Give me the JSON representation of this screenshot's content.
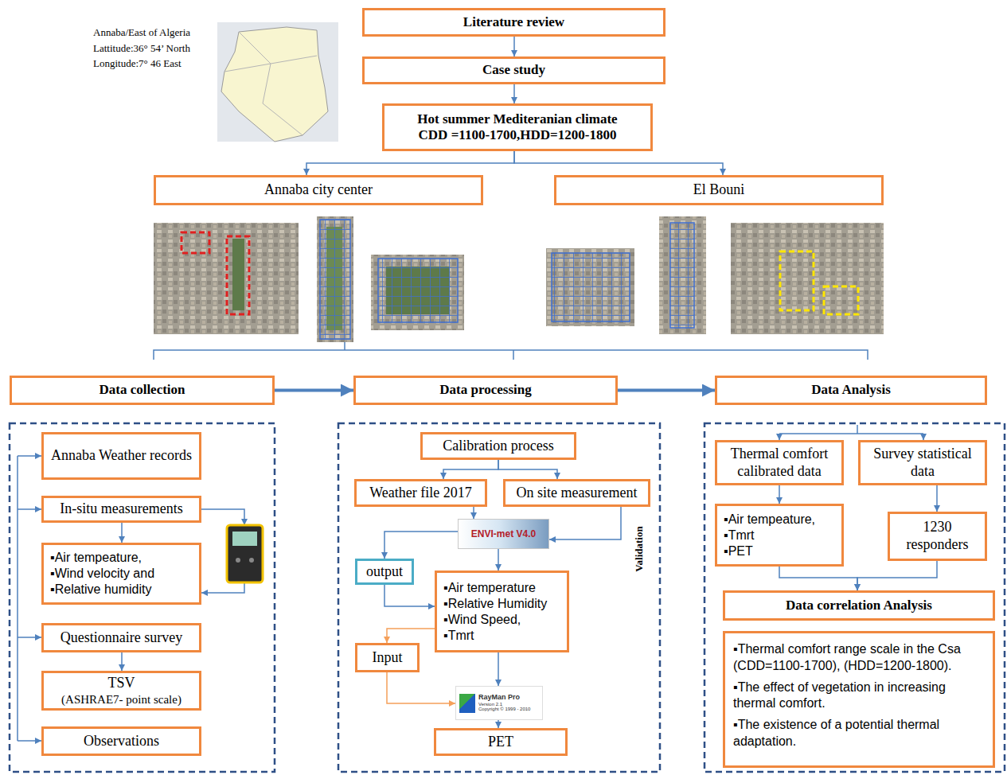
{
  "diagram": {
    "nodes": [
      {
        "text": [
          "Literature review"
        ]
      },
      {
        "text": [
          "Case study"
        ]
      },
      {
        "text": [
          "Hot summer Mediteranian climate CDD =1100-1700,HDD=1200-1800"
        ]
      },
      {
        "text": [
          "Annaba city center"
        ]
      },
      {
        "text": [
          "El Bouni"
        ]
      },
      {
        "text": [
          "Data collection"
        ]
      },
      {
        "text": [
          "Data processing"
        ]
      },
      {
        "text": [
          "Data Analysis"
        ]
      },
      {
        "text": [
          "Annaba Weather records"
        ]
      },
      {
        "text": [
          "In-situ measurements"
        ]
      },
      {
        "text": [
          "▪Air tempeature,",
          "▪Wind velocity and",
          "▪Relative humidity"
        ]
      },
      {
        "text": [
          "Questionnaire survey"
        ]
      },
      {
        "text": [
          "TSV",
          "(ASHRAE7- point scale)"
        ]
      },
      {
        "text": [
          "Observations"
        ]
      },
      {
        "text": [
          "Calibration process"
        ]
      },
      {
        "text": [
          "Weather file 2017"
        ]
      },
      {
        "text": [
          "On site measurement"
        ]
      },
      {
        "text": [
          "ENVI-met V4.0"
        ]
      },
      {
        "text": [
          "output"
        ]
      },
      {
        "text": [
          "▪Air temperature",
          "▪Relative Humidity",
          "▪Wind Speed,",
          "▪Tmrt"
        ]
      },
      {
        "text": [
          "Input"
        ]
      },
      {
        "text": [
          "RayMan Pro",
          "Version 2.1",
          "Copyright © 1999 - 2010"
        ]
      },
      {
        "text": [
          "PET"
        ]
      },
      {
        "text": [
          "Thermal comfort calibrated data"
        ]
      },
      {
        "text": [
          "Survey statistical data"
        ]
      },
      {
        "text": [
          "▪Air tempeature,",
          "▪Tmrt",
          "▪PET"
        ]
      },
      {
        "text": [
          "1230 responders"
        ]
      },
      {
        "text": [
          "Data correlation Analysis"
        ]
      },
      {
        "text": [
          "▪Thermal comfort range scale in the Csa (CDD=1100-1700), (HDD=1200-1800).",
          "▪The effect of vegetation in increasing thermal comfort.",
          "▪The existence of a potential thermal adaptation."
        ]
      }
    ],
    "edges": [
      {
        "from": 0,
        "to": 1,
        "arrow": "to"
      },
      {
        "from": 1,
        "to": 2,
        "arrow": "to"
      },
      {
        "from": 2,
        "to": 3,
        "arrow": "to"
      },
      {
        "from": 2,
        "to": 4,
        "arrow": "to"
      },
      {
        "from": 5,
        "to": 6,
        "arrow": "to"
      },
      {
        "from": 6,
        "to": 7,
        "arrow": "to"
      },
      {
        "from": 9,
        "to": 10,
        "arrow": "to"
      },
      {
        "from": 11,
        "to": 12,
        "arrow": "to"
      },
      {
        "from": 14,
        "to": 15,
        "arrow": "to"
      },
      {
        "from": 14,
        "to": 16,
        "arrow": "to"
      },
      {
        "from": 15,
        "to": 17,
        "arrow": "to"
      },
      {
        "from": 16,
        "to": 17,
        "arrow": "to"
      },
      {
        "from": 17,
        "to": 19,
        "arrow": "to"
      },
      {
        "from": 17,
        "to": 18,
        "arrow": "to"
      },
      {
        "from": 18,
        "to": 19,
        "arrow": "to"
      },
      {
        "from": 19,
        "to": 20,
        "arrow": "to"
      },
      {
        "from": 20,
        "to": 21,
        "arrow": "to"
      },
      {
        "from": 19,
        "to": 21,
        "arrow": "to"
      },
      {
        "from": 21,
        "to": 22,
        "arrow": "to"
      },
      {
        "from": 23,
        "to": 25,
        "arrow": "to"
      },
      {
        "from": 24,
        "to": 26,
        "arrow": "to"
      },
      {
        "from": 25,
        "to": 27,
        "arrow": "to"
      },
      {
        "from": 26,
        "to": 27,
        "arrow": "to"
      }
    ],
    "labels": [
      "Annaba/East of Algeria",
      "Lattitude:36° 54’ North",
      "Longitude:7° 46 East",
      "Validation"
    ]
  }
}
